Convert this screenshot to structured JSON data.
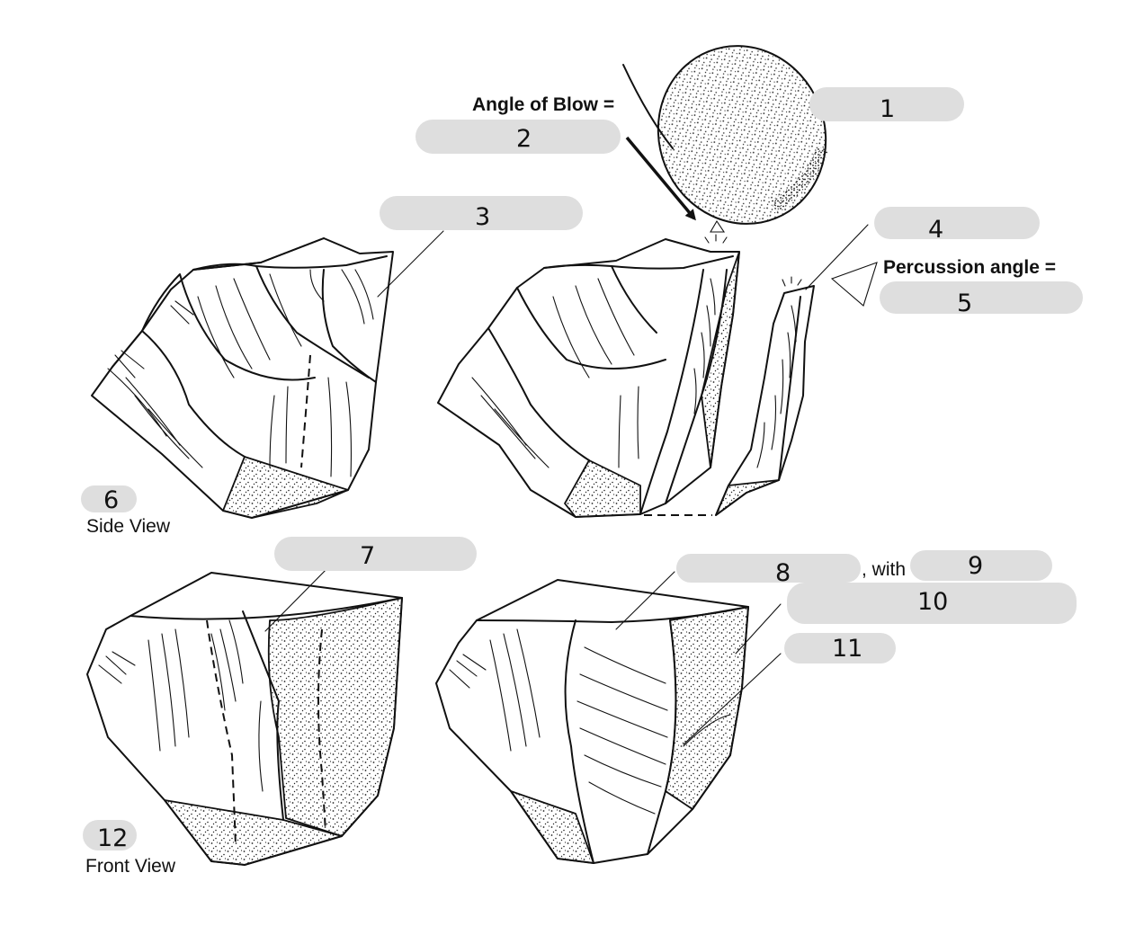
{
  "labels": {
    "angle_of_blow": "Angle of Blow =",
    "percussion_angle": "Percussion angle =",
    "with": ", with",
    "side_view": "Side View",
    "front_view": "Front View"
  },
  "blanks": {
    "b1": "1",
    "b2": "2",
    "b3": "3",
    "b4": "4",
    "b5": "5",
    "b6": "6",
    "b7": "7",
    "b8": "8",
    "b9": "9",
    "b10": "10",
    "b11": "11",
    "b12": "12"
  }
}
